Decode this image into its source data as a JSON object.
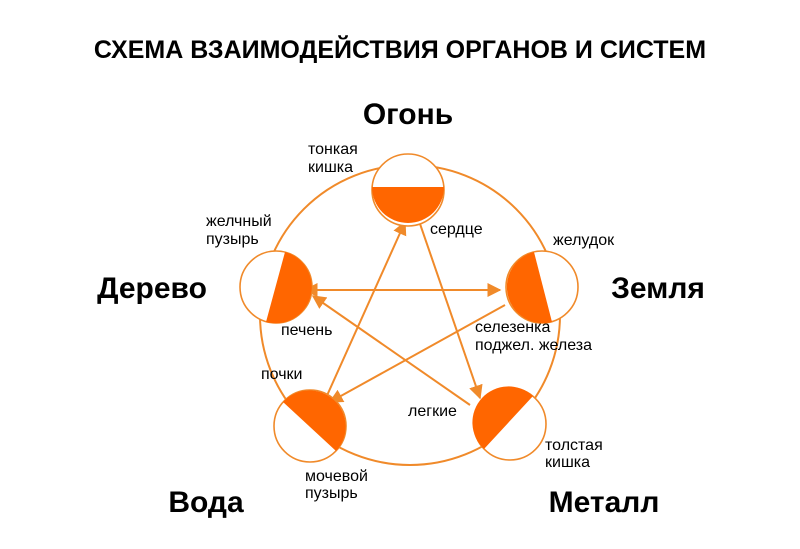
{
  "title": "СХЕМА ВЗАИМОДЕЙСТВИЯ ОРГАНОВ И СИСТЕМ",
  "colors": {
    "accent": "#ff6600",
    "line": "#f08a2a"
  },
  "elements": {
    "fire": "Огонь",
    "earth": "Земля",
    "metal": "Металл",
    "water": "Вода",
    "wood": "Дерево"
  },
  "organs": {
    "fire_yang": [
      "тонкая",
      "кишка"
    ],
    "fire_yin": [
      "сердце"
    ],
    "earth_yang": [
      "желудок"
    ],
    "earth_yin": [
      "селезенка",
      "поджел. железа"
    ],
    "metal_yang": [
      "толстая",
      "кишка"
    ],
    "metal_yin": [
      "легкие"
    ],
    "water_yang": [
      "мочевой",
      "пузырь"
    ],
    "water_yin": [
      "почки"
    ],
    "wood_yang": [
      "желчный",
      "пузырь"
    ],
    "wood_yin": [
      "печень"
    ]
  }
}
